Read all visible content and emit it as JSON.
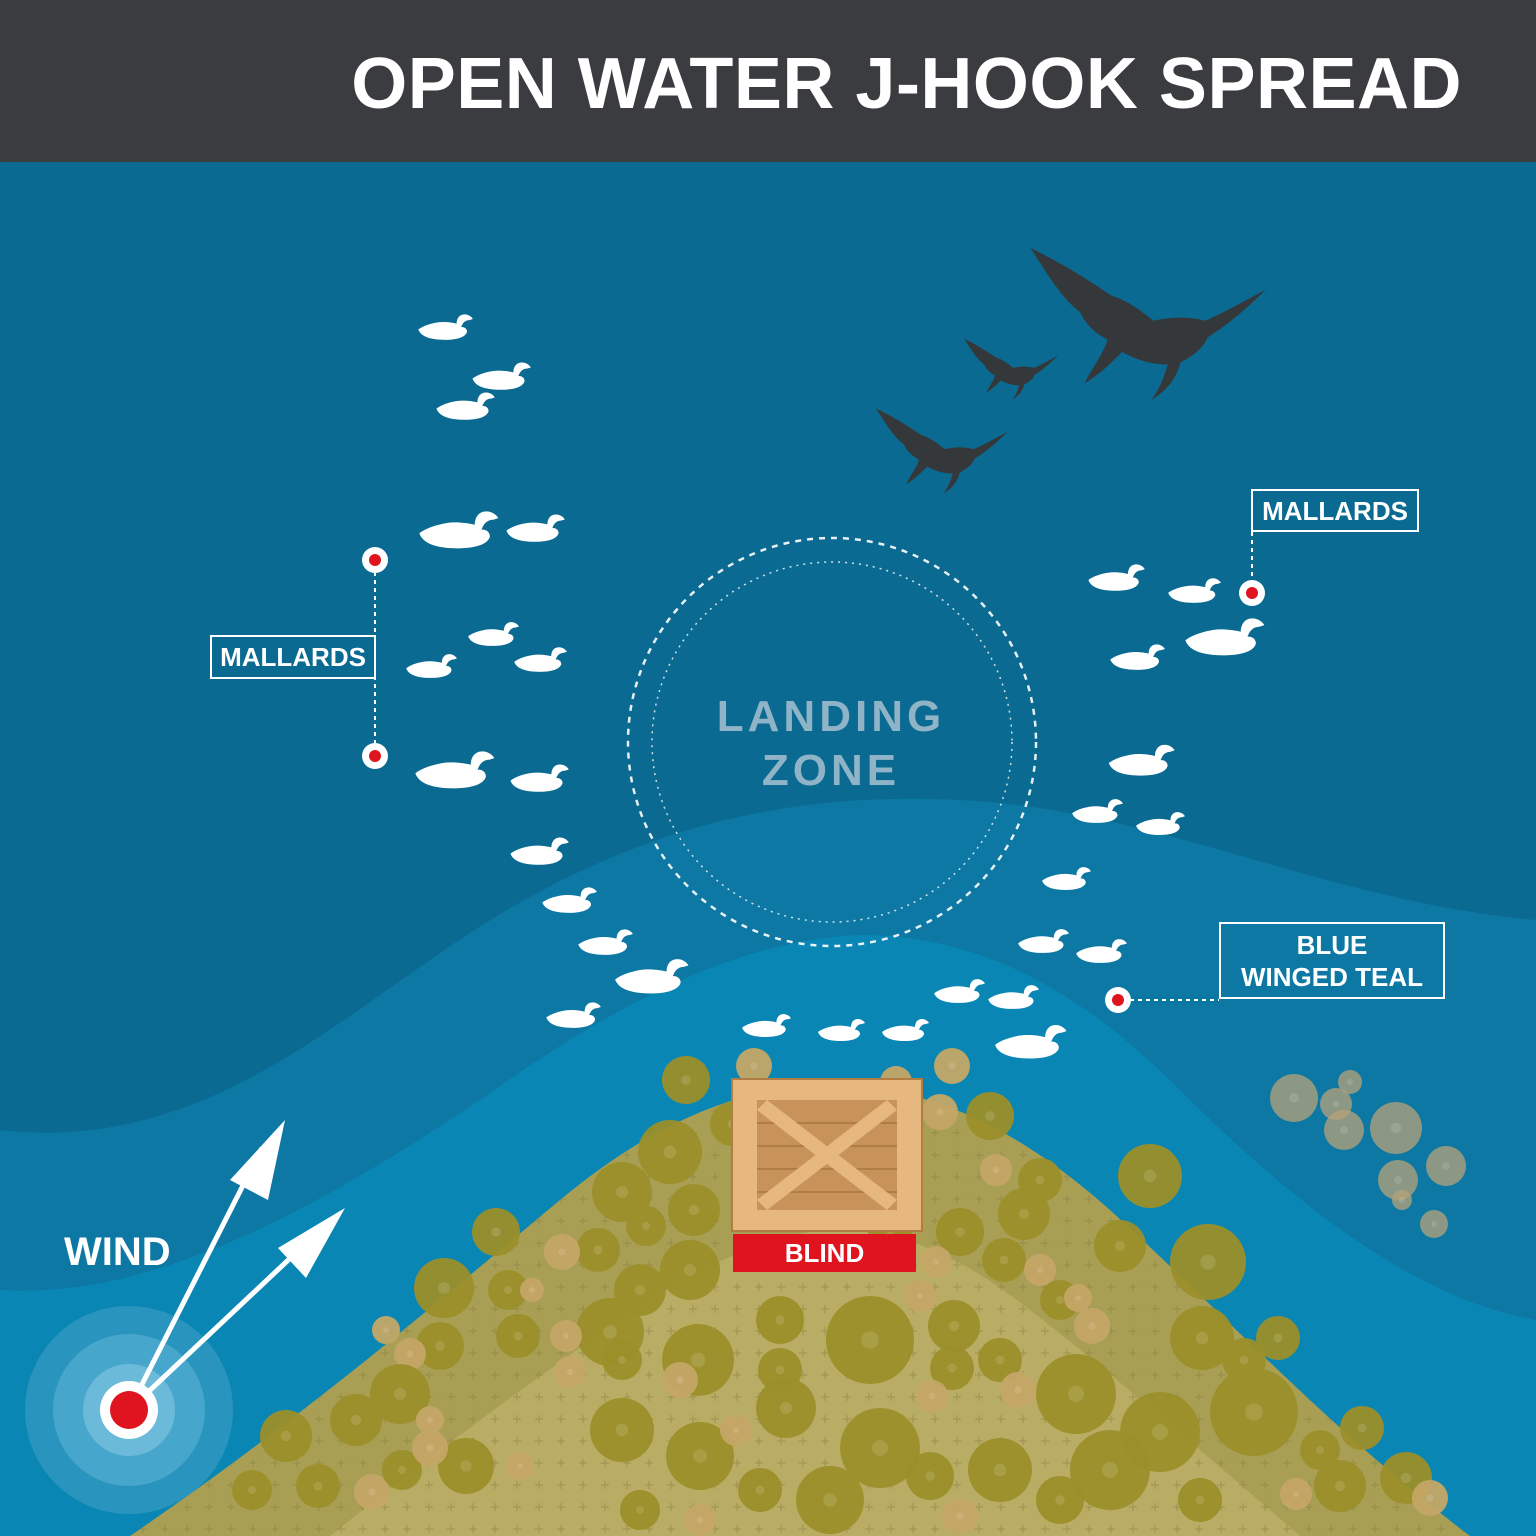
{
  "title": "OPEN WATER J-HOOK SPREAD",
  "labels": {
    "mallards_left": "MALLARDS",
    "mallards_right": "MALLARDS",
    "blue_winged_teal": [
      "BLUE",
      "WINGED TEAL"
    ],
    "landing_zone": [
      "LANDING",
      "ZONE"
    ],
    "wind": "WIND",
    "blind": "BLIND"
  },
  "colors": {
    "title_bar": "#3a3c40",
    "deep_water": "#0a6a91",
    "mid_water": "#0c7aa5",
    "shallow_water": "#0a86b4",
    "land": "#a89f55",
    "land_light": "#b9ad66",
    "bush": "#9b8f2a",
    "bush_light": "#c4a766",
    "decoy": "#ffffff",
    "flying_duck": "#35383a",
    "marker_red": "#e0141e",
    "blind_wood": "#d9a86d",
    "landing_text": "#8fb4c7"
  },
  "icons": {
    "decoy": "duck-decoy-icon",
    "flying_bird": "flying-duck-icon",
    "marker": "red-marker-icon",
    "blind": "wooden-blind-icon",
    "wind": "wind-arrow-icon"
  }
}
